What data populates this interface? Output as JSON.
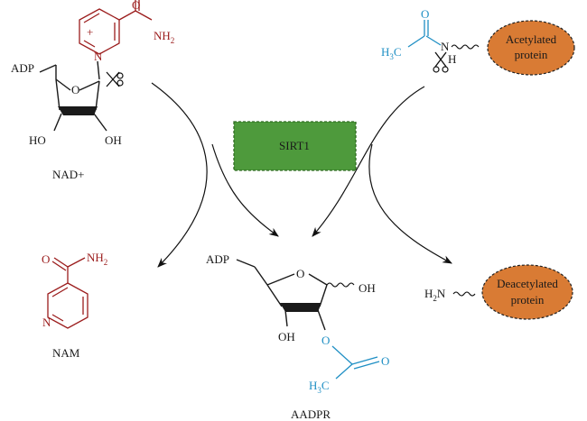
{
  "enzyme": {
    "label": "SIRT1",
    "fill": "#4e9a3c",
    "border": "#2f6b22"
  },
  "protein_fill": "#d97b34",
  "nad": {
    "name": "NAD+",
    "adp": "ADP",
    "oh_left": "HO",
    "oh_right": "OH",
    "ring_o": "O",
    "amide_o": "O",
    "amide_n": "NH",
    "amide_sub": "2",
    "pyridinium_n": "N",
    "charge": "+"
  },
  "acetyl_protein": {
    "ch3": "H",
    "ch3_sub": "3",
    "ch3_c": "C",
    "carbonyl_o": "O",
    "n": "N",
    "h": "H",
    "protein_label_1": "Acetylated",
    "protein_label_2": "protein"
  },
  "nam": {
    "name": "NAM",
    "amide_o": "O",
    "amide_n": "NH",
    "amide_sub": "2",
    "ring_n": "N"
  },
  "aadpr": {
    "name": "AADPR",
    "adp": "ADP",
    "ring_o": "O",
    "oh_right": "OH",
    "oh_left": "OH",
    "ester_o": "O",
    "carbonyl_o": "O",
    "ch3": "H",
    "ch3_sub": "3",
    "ch3_c": "C"
  },
  "deacetyl_protein": {
    "h2n_h": "H",
    "h2n_sub": "2",
    "h2n_n": "N",
    "protein_label_1": "Deacetylated",
    "protein_label_2": "protein"
  }
}
